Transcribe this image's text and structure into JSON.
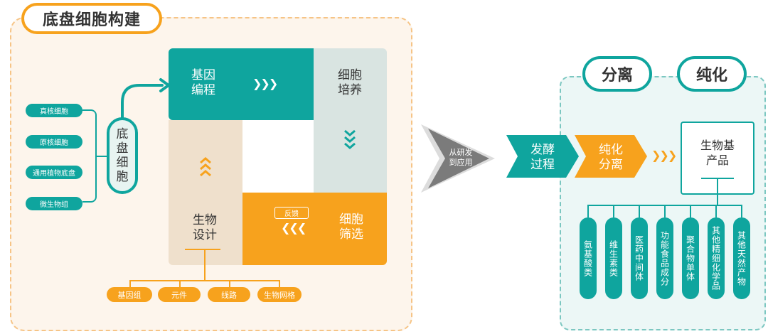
{
  "left": {
    "title": "底盘细胞构建",
    "cell_types": [
      "真核细胞",
      "原核细胞",
      "通用植物底盘",
      "微生物组"
    ],
    "chassis_cell": "底盘细胞",
    "cycle": {
      "gene_edit_1": "基因",
      "gene_edit_2": "编程",
      "culture_1": "细胞",
      "culture_2": "培养",
      "screen_1": "细胞",
      "screen_2": "筛选",
      "design_1": "生物",
      "design_2": "设计",
      "feedback": "反馈"
    },
    "parts": [
      "基因组",
      "元件",
      "线路",
      "生物网格"
    ]
  },
  "middle": {
    "arrow_text_1": "从研发",
    "arrow_text_2": "到应用"
  },
  "right": {
    "title_separation": "分离",
    "title_purification": "纯化",
    "fermentation_1": "发酵",
    "fermentation_2": "过程",
    "purify_1": "纯化",
    "purify_2": "分离",
    "product_1": "生物基",
    "product_2": "产品",
    "products": [
      "氨基酸类",
      "维生素类",
      "医药中间体",
      "功能食品成分",
      "聚合物单体",
      "其他精细化学品",
      "其他天然产物"
    ]
  },
  "colors": {
    "teal": "#0fa59e",
    "orange": "#f7a21d",
    "grey": "#7b7b7b"
  }
}
